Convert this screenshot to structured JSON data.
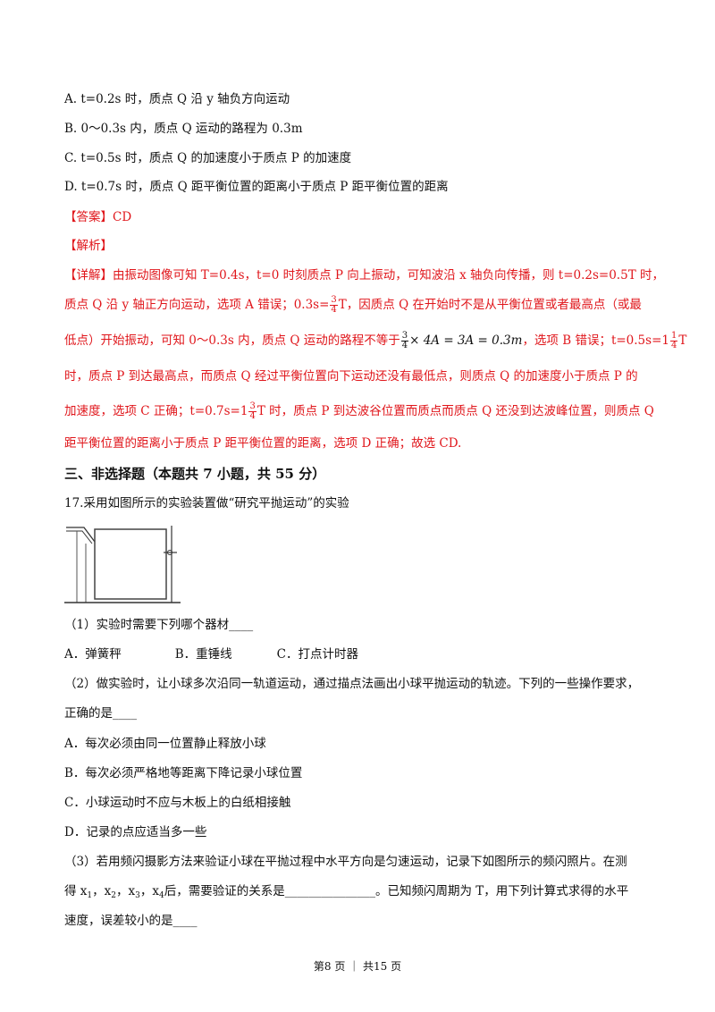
{
  "options_q16": {
    "a": "A. t=0.2s 时，质点 Q 沿 y 轴负方向运动",
    "b": "B. 0～0.3s 内，质点 Q 运动的路程为 0.3m",
    "c": "C. t=0.5s 时，质点 Q 的加速度小于质点 P 的加速度",
    "d": "D. t=0.7s 时，质点 Q 距平衡位置的距离小于质点 P 距平衡位置的距离"
  },
  "answer": {
    "label": "【答案】",
    "value": "CD"
  },
  "analysis": {
    "label": "【解析】"
  },
  "detail": {
    "l1": "【详解】由振动图像可知 T=0.4s，t=0 时刻质点 P 向上振动，可知波沿 x 轴负向传播，则 t=0.2s=0.5T 时，",
    "l2a": "质点 Q 沿 y 轴正方向运动，选项 A 错误；0.3s=",
    "l2b": "T，因质点 Q 在开始时不是从平衡位置或者最高点（或最",
    "l3a": "低点）开始振动，可知 0～0.3s 内，质点 Q 运动的路程不等于",
    "l3b": "× 4A = 3A = 0.3m",
    "l3c": "，选项 B 错误；t=0.5s=1",
    "l3d": "T",
    "l4": "时，质点 P 到达最高点，而质点 Q 经过平衡位置向下运动还没有最低点，则质点 Q 的加速度小于质点 P 的",
    "l5a": "加速度，选项 C 正确；t=0.7s=1",
    "l5b": "T 时，质点 P 到达波谷位置而质点而质点 Q 还没到达波峰位置，则质点 Q",
    "l6": "距平衡位置的距离小于质点 P 距平衡位置的距离，选项 D 正确；故选 CD.",
    "f34_num": "3",
    "f34_den": "4",
    "f14_num": "1",
    "f14_den": "4"
  },
  "section": {
    "title": "三、非选择题（本题共 7 小题，共 55 分）"
  },
  "q17": {
    "stem": "17.采用如图所示的实验装置做“研究平抛运动”的实验",
    "p1": "（1）实验时需要下列哪个器材____",
    "p1_a": "A．弹簧秤",
    "p1_b": "B．重锤线",
    "p1_c": "C．打点计时器",
    "p2_l1": "（2）做实验时，让小球多次沿同一轨道运动，通过描点法画出小球平抛运动的轨迹。下列的一些操作要求，",
    "p2_l2": "正确的是____",
    "p2_a": "A．每次必须由同一位置静止释放小球",
    "p2_b": "B．每次必须严格地等距离下降记录小球位置",
    "p2_c": "C．小球运动时不应与木板上的白纸相接触",
    "p2_d": "D．记录的点应适当多一些",
    "p3_l1": "（3）若用频闪摄影方法来验证小球在平抛过程中水平方向是匀速运动，记录下如图所示的频闪照片。在测",
    "p3_l2a": "得 x",
    "p3_l2b": "，x",
    "p3_l2c": "，x",
    "p3_l2d": "，x",
    "p3_l2e": "后，需要验证的关系是_______________。已知频闪周期为 T，用下列计算式求得的水平",
    "s1": "1",
    "s2": "2",
    "s3": "3",
    "s4": "4",
    "p3_l3": "速度，误差较小的是____"
  },
  "footer": {
    "text": "第8 页 ｜ 共15 页"
  }
}
